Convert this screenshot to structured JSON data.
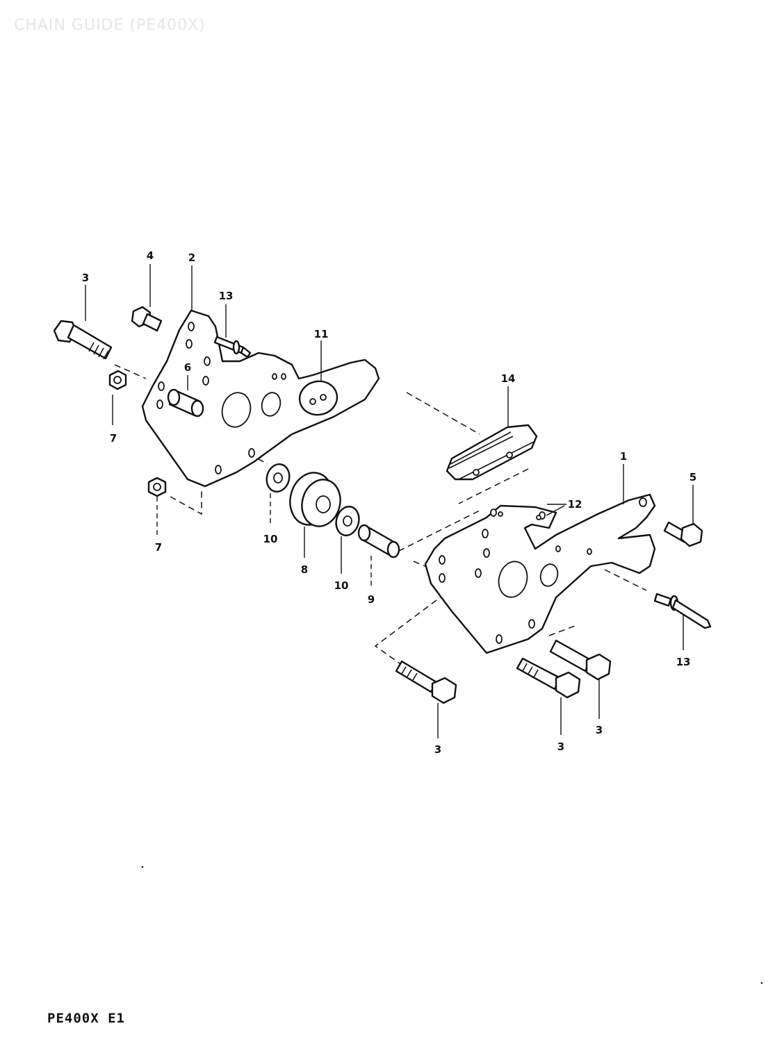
{
  "header": {
    "title": "CHAIN GUIDE (PE400X)"
  },
  "footer": {
    "code": "PE400X E1"
  },
  "callouts": [
    {
      "id": "c3a",
      "label": "3"
    },
    {
      "id": "c4",
      "label": "4"
    },
    {
      "id": "c2",
      "label": "2"
    },
    {
      "id": "c13a",
      "label": "13"
    },
    {
      "id": "c11",
      "label": "11"
    },
    {
      "id": "c6",
      "label": "6"
    },
    {
      "id": "c7a",
      "label": "7"
    },
    {
      "id": "c7b",
      "label": "7"
    },
    {
      "id": "c14",
      "label": "14"
    },
    {
      "id": "c1",
      "label": "1"
    },
    {
      "id": "c5",
      "label": "5"
    },
    {
      "id": "c12",
      "label": "12"
    },
    {
      "id": "c10a",
      "label": "10"
    },
    {
      "id": "c8",
      "label": "8"
    },
    {
      "id": "c10b",
      "label": "10"
    },
    {
      "id": "c9",
      "label": "9"
    },
    {
      "id": "c13b",
      "label": "13"
    },
    {
      "id": "c3b",
      "label": "3"
    },
    {
      "id": "c3c",
      "label": "3"
    },
    {
      "id": "c3d",
      "label": "3"
    }
  ]
}
